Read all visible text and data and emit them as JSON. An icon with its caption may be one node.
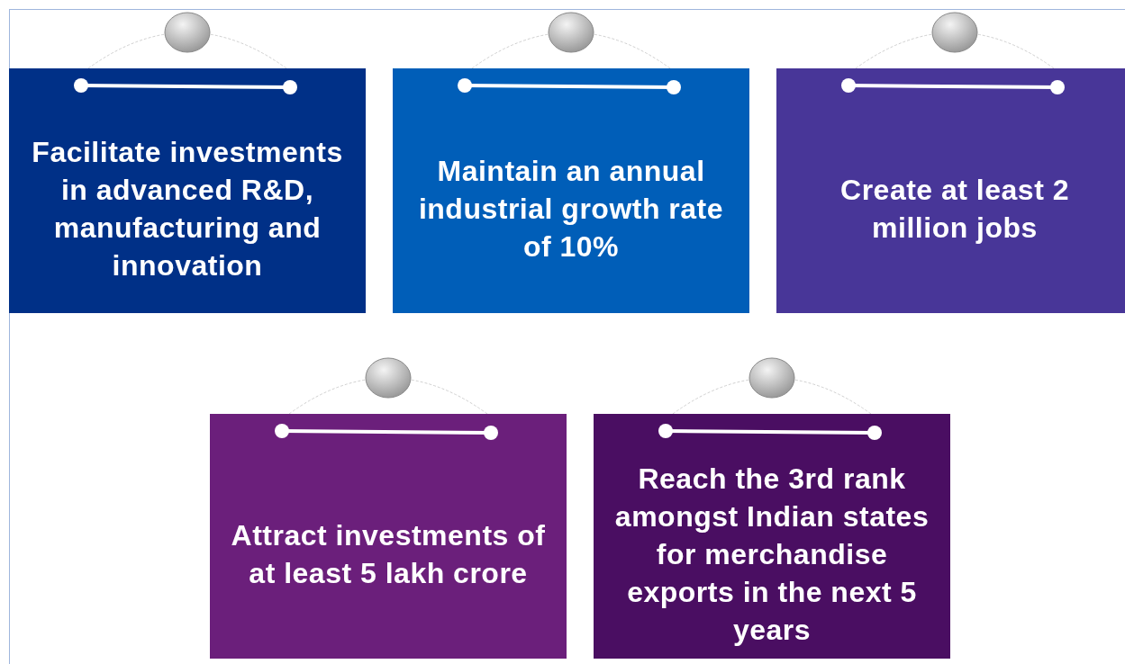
{
  "diagram": {
    "nodes": [
      {
        "text": [
          "Facilitate investments in advanced R&D, manufacturing and innovation"
        ]
      },
      {
        "text": [
          "Maintain an annual industrial growth rate of 10%"
        ]
      },
      {
        "text": [
          "Create at least 2 million jobs"
        ]
      },
      {
        "text": [
          "Attract investments of at least 5 lakh crore"
        ]
      },
      {
        "text": [
          "Reach the 3rd rank amongst Indian states for merchandise exports in the next 5 years"
        ]
      }
    ]
  }
}
